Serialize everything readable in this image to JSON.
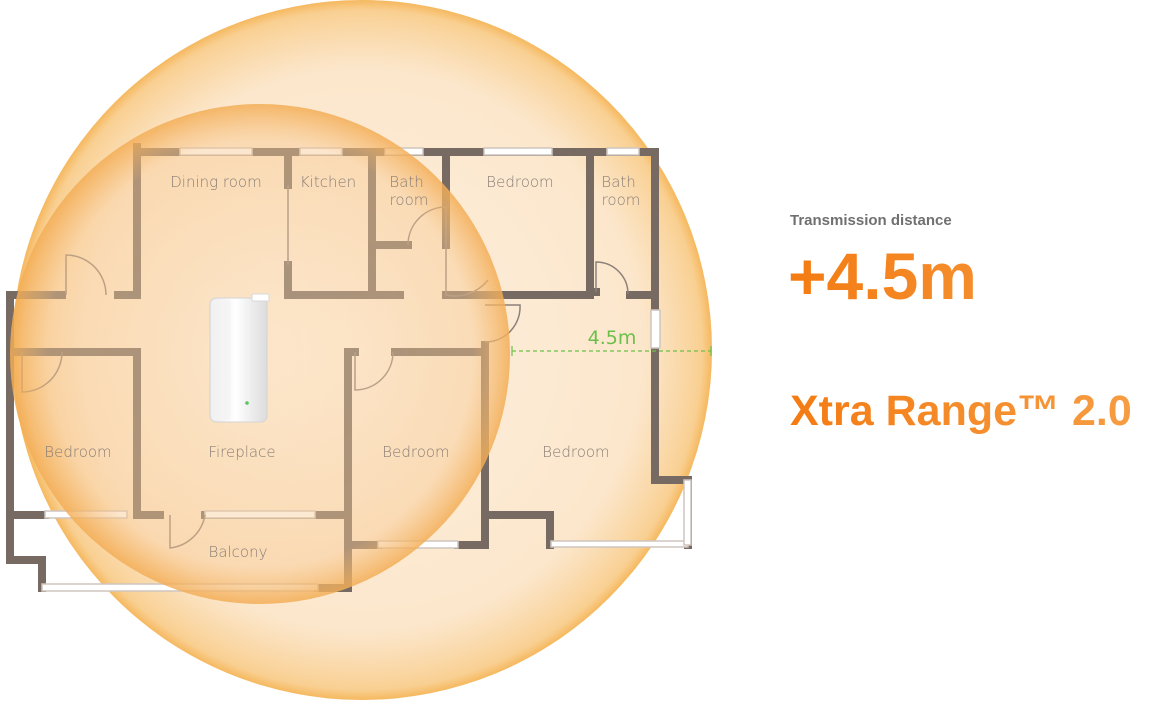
{
  "floorplan": {
    "rooms": {
      "dining_room": "Dining room",
      "kitchen": "Kitchen",
      "bath_room_1": [
        "Bath",
        "room"
      ],
      "bedroom_top": "Bedroom",
      "bath_room_2": [
        "Bath",
        "room"
      ],
      "bedroom_left": "Bedroom",
      "fireplace": "Fireplace",
      "bedroom_center": "Bedroom",
      "bedroom_right": "Bedroom",
      "balcony": "Balcony"
    },
    "measurement_label": "4.5m"
  },
  "info": {
    "caption": "Transmission distance",
    "distance_value": "+4.5m",
    "brand": "Xtra Range™ 2.0"
  },
  "colors": {
    "accent_start": "#f47b12",
    "accent_end": "#f6a048",
    "wall": "#766a62",
    "coverage": "#f9d8a8",
    "measure": "#6cc04a"
  }
}
